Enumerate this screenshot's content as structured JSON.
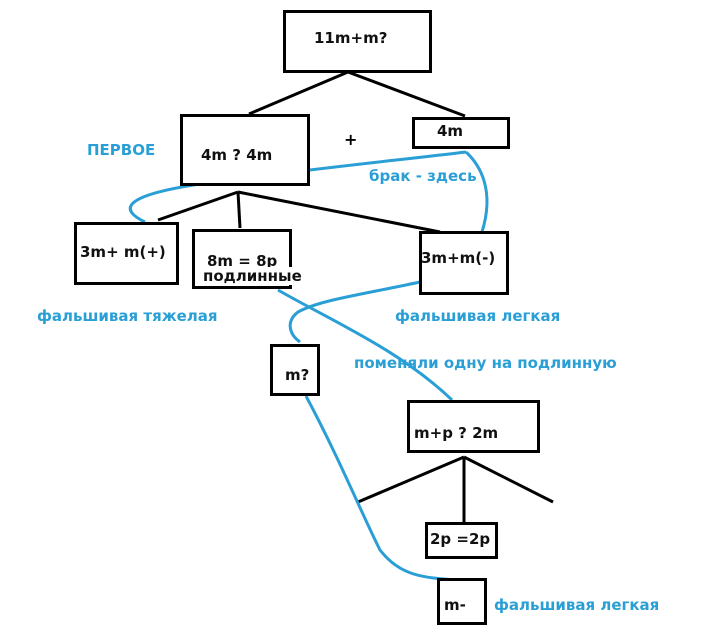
{
  "diagram": {
    "type": "decision-tree",
    "nodes": {
      "root": "11m+m?",
      "weigh1": "4m ? 4m",
      "reserve": "4m",
      "heavy_branch": "3m+ m(+)",
      "equal_branch_line1": "8m = 8p",
      "equal_branch_line2": "подлинные",
      "light_branch": "3m+m(-)",
      "single": "m?",
      "weigh2": "m+p ? 2m",
      "equal2": "2p =2p",
      "result": "m-"
    },
    "labels": {
      "first": "ПЕРВОЕ",
      "plus": "+",
      "defect_here": "брак - здесь",
      "fake_heavy": "фальшивая тяжелая",
      "fake_light": "фальшивая легкая",
      "swapped": "поменяли одну на подлинную",
      "fake_light_final": "фальшивая легкая"
    },
    "colors": {
      "annotation": "#2a9fd6",
      "box_border": "#000000"
    }
  }
}
